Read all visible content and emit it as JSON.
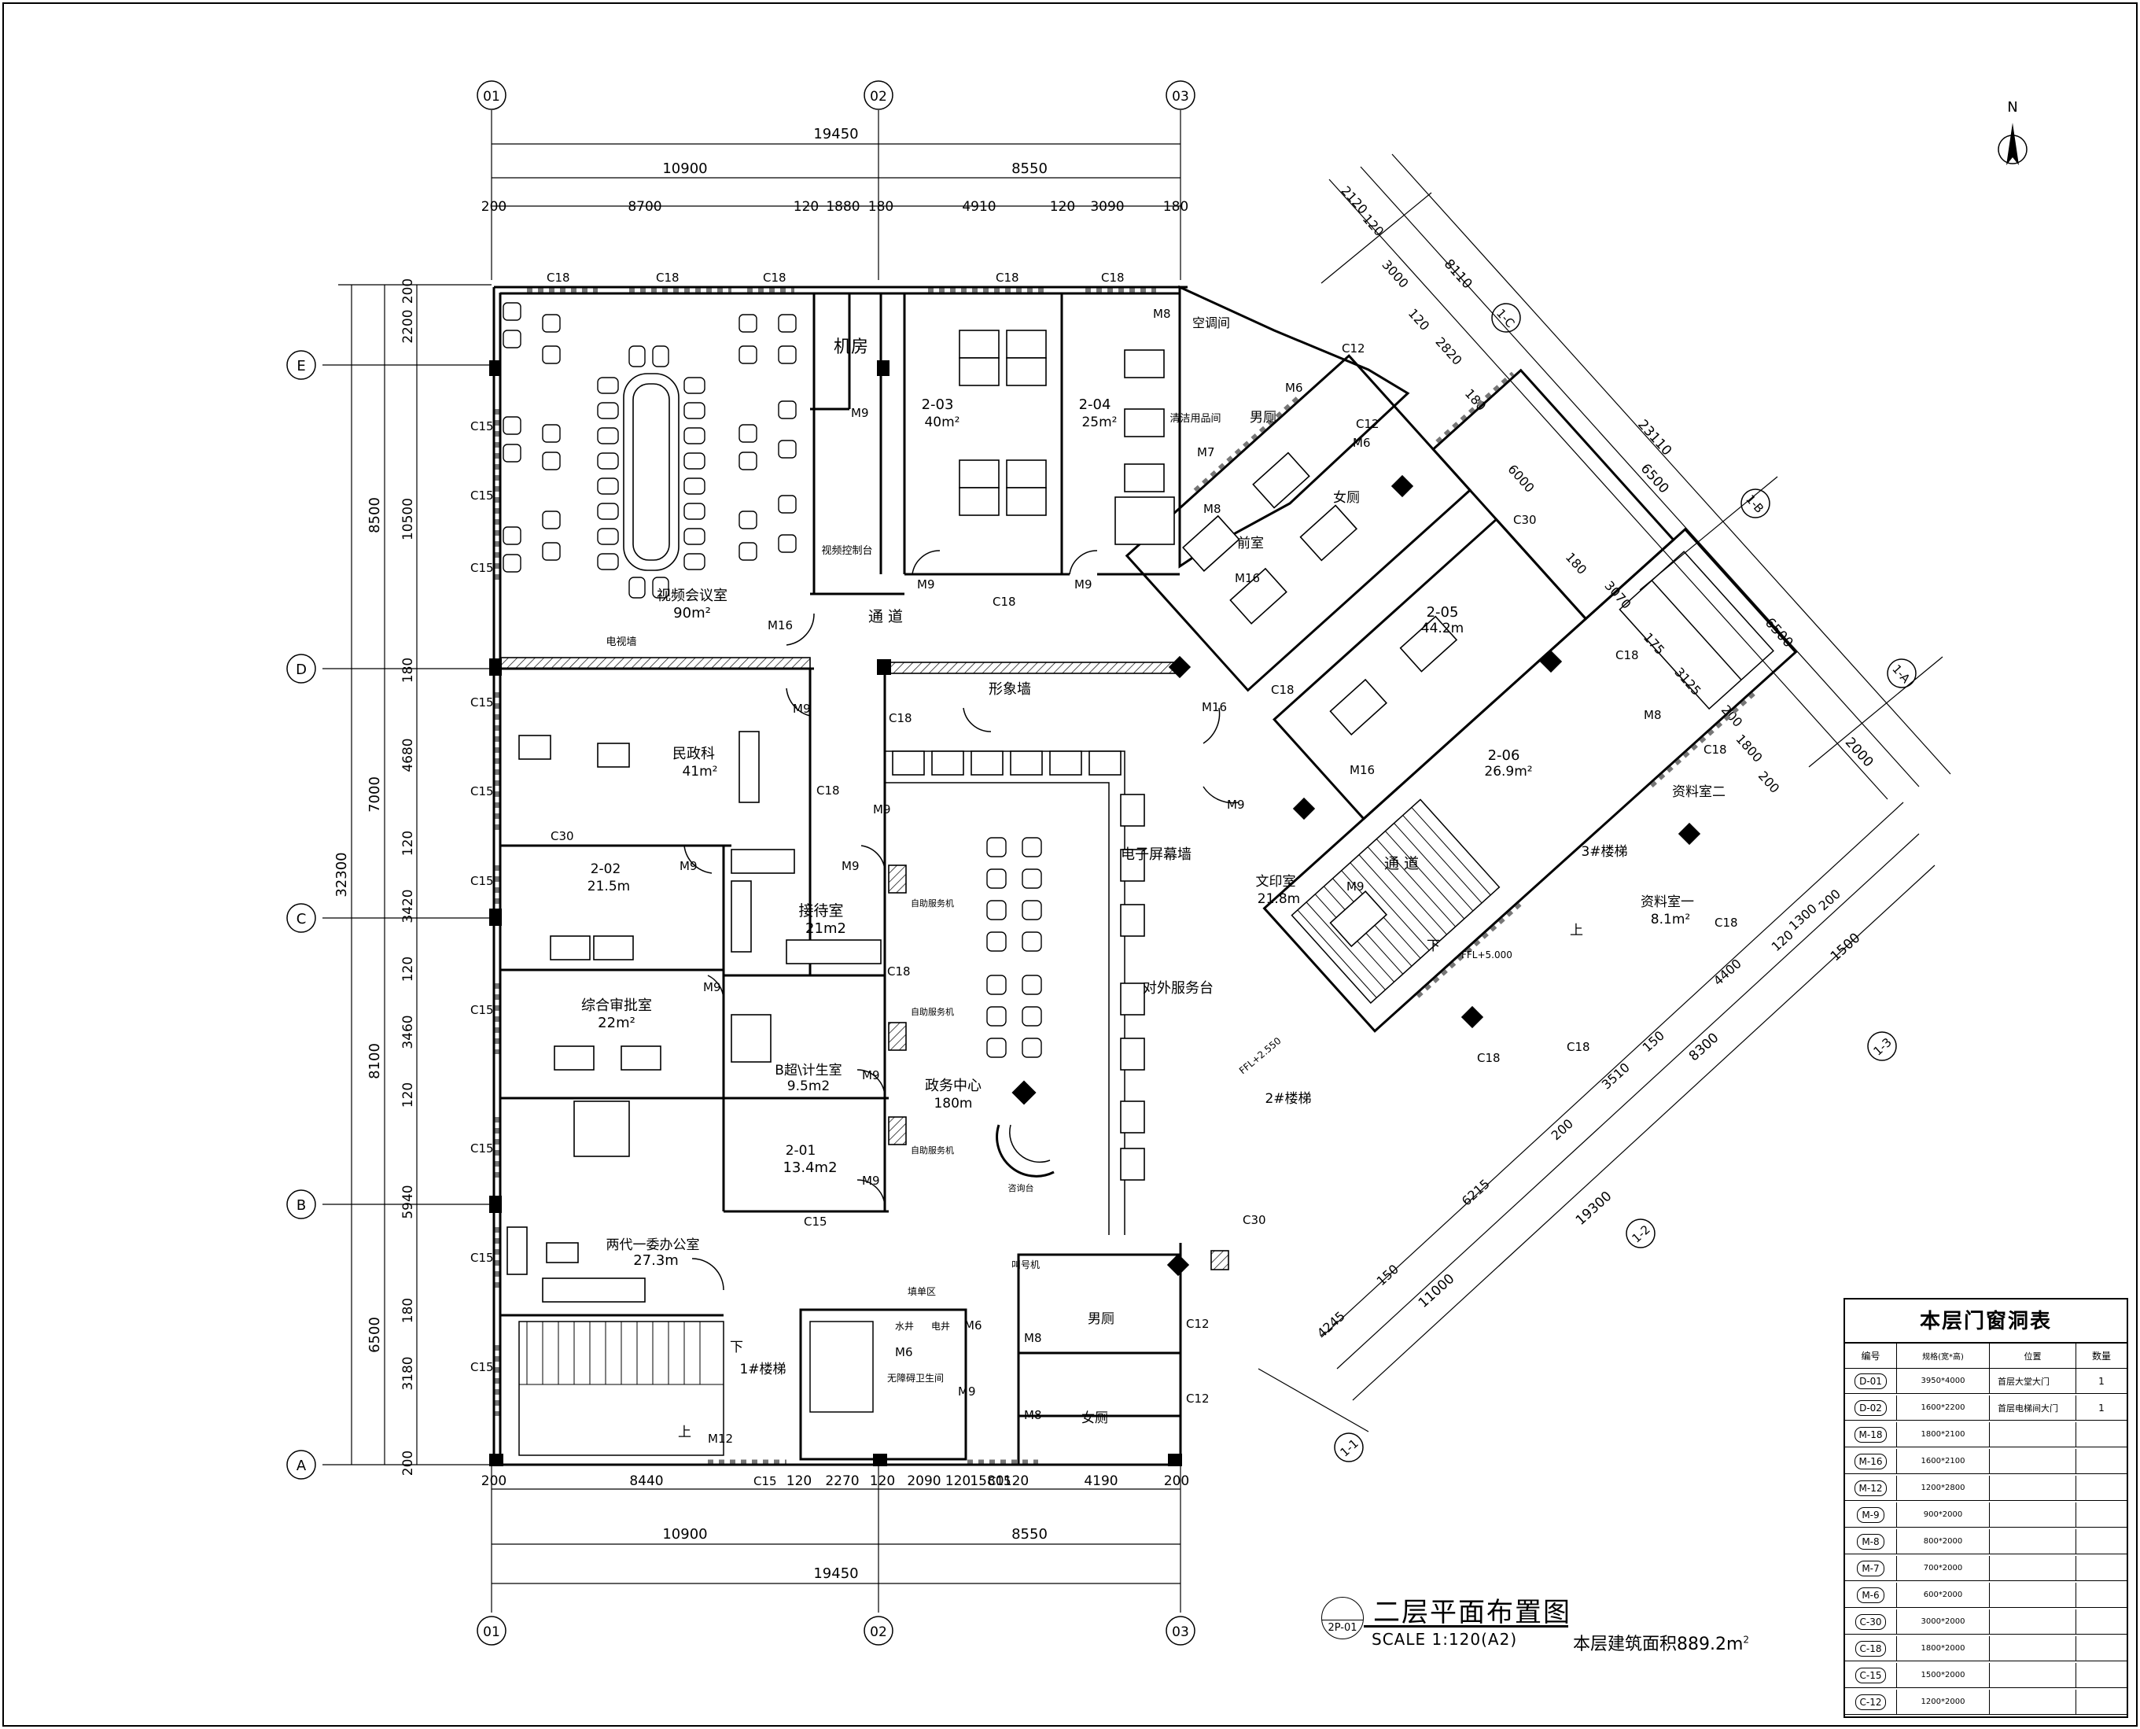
{
  "drawing": {
    "title": "二层平面布置图",
    "scale": "SCALE 1:120(A2)",
    "area_note": "本层建筑面积889.2m",
    "area_unit_sup": "2",
    "sheet_id": "2P-01",
    "north": "N"
  },
  "axes": {
    "vertical": [
      "01",
      "02",
      "03"
    ],
    "horizontal": [
      "E",
      "D",
      "C",
      "B",
      "A"
    ],
    "diagonal": [
      "1-C",
      "1-B",
      "1-A",
      "1-3",
      "1-2",
      "1-1"
    ]
  },
  "dimensions": {
    "top_total": "19450",
    "top_mid": [
      "10900",
      "8550"
    ],
    "top_detail": [
      "200",
      "8700",
      "120",
      "1880",
      "180",
      "4910",
      "120",
      "3090",
      "180"
    ],
    "bottom_total": "19450",
    "bottom_mid": [
      "10900",
      "8550"
    ],
    "bottom_detail": [
      "200",
      "8440",
      "120",
      "2270",
      "120",
      "2090",
      "120",
      "1580",
      "120",
      "4190",
      "200"
    ],
    "left_total": "32300",
    "left_mid": [
      "8500",
      "7000",
      "8100",
      "6500"
    ],
    "left_detail": [
      "200",
      "2200",
      "10500",
      "180",
      "4680",
      "120",
      "3420",
      "120",
      "3460",
      "120",
      "5940",
      "180",
      "3180",
      "200"
    ],
    "ne_outer": "23110",
    "ne_mid": [
      "8110",
      "6500",
      "6500"
    ],
    "ne_detail": [
      "2120",
      "120",
      "3000",
      "120",
      "2820",
      "180",
      "6000",
      "180",
      "3070",
      "175",
      "3125",
      "200",
      "1800",
      "200"
    ],
    "ne_right": "2000",
    "se_outer": "19300",
    "se_mid": [
      "11000",
      "8300"
    ],
    "se_detail": [
      "4245",
      "150",
      "6215",
      "200",
      "3510",
      "150",
      "4400",
      "120",
      "1300",
      "200"
    ],
    "se_right": "1500"
  },
  "rooms": [
    {
      "name": "视频会议室",
      "area": "90m²"
    },
    {
      "name": "机房",
      "area": ""
    },
    {
      "name": "视频控制台",
      "area": ""
    },
    {
      "name": "2-03",
      "area": "40m²"
    },
    {
      "name": "2-04",
      "area": "25m²"
    },
    {
      "name": "空调间",
      "area": ""
    },
    {
      "name": "清洁用品间",
      "area": ""
    },
    {
      "name": "男厕",
      "area": ""
    },
    {
      "name": "女厕",
      "area": ""
    },
    {
      "name": "前室",
      "area": ""
    },
    {
      "name": "2-05",
      "area": "44.2m"
    },
    {
      "name": "2-06",
      "area": "26.9m²"
    },
    {
      "name": "资料室二",
      "area": ""
    },
    {
      "name": "3#楼梯",
      "area": ""
    },
    {
      "name": "资料室一",
      "area": "8.1m²"
    },
    {
      "name": "通 道",
      "area": ""
    },
    {
      "name": "文印室",
      "area": "21.8m"
    },
    {
      "name": "2#楼梯",
      "area": ""
    },
    {
      "name": "民政科",
      "area": "41m²"
    },
    {
      "name": "2-02",
      "area": "21.5m"
    },
    {
      "name": "接待室",
      "area": "21m2"
    },
    {
      "name": "综合审批室",
      "area": "22m²"
    },
    {
      "name": "B超\\计生室",
      "area": "9.5m2"
    },
    {
      "name": "2-01",
      "area": "13.4m2"
    },
    {
      "name": "两代一委办公室",
      "area": "27.3m"
    },
    {
      "name": "1#楼梯",
      "area": ""
    },
    {
      "name": "政务中心",
      "area": "180m"
    },
    {
      "name": "电子屏幕墙",
      "area": ""
    },
    {
      "name": "对外服务台",
      "area": ""
    },
    {
      "name": "形象墙",
      "area": ""
    },
    {
      "name": "电视墙",
      "area": ""
    },
    {
      "name": "通 道",
      "area": ""
    },
    {
      "name": "男厕",
      "area": ""
    },
    {
      "name": "女厕",
      "area": ""
    },
    {
      "name": "无障碍卫生间",
      "area": ""
    },
    {
      "name": "水井",
      "area": ""
    },
    {
      "name": "电井",
      "area": ""
    },
    {
      "name": "填单区",
      "area": ""
    },
    {
      "name": "叫号机",
      "area": ""
    },
    {
      "name": "咨询台",
      "area": ""
    }
  ],
  "small_labels": {
    "self_service": "自助服务机",
    "stair_down": "下",
    "stair_up": "上",
    "level_1": "FFL+5.000",
    "level_2": "FFL+2.550",
    "sup2": "2"
  },
  "openings": {
    "doors": [
      "M16",
      "M9",
      "M8",
      "M7",
      "M6",
      "M12"
    ],
    "windows": [
      "C18",
      "C15",
      "C12",
      "C30"
    ]
  },
  "legend": {
    "title": "本层门窗洞表",
    "headers": [
      "编号",
      "规格(宽*高)",
      "位置",
      "数量"
    ],
    "rows": [
      {
        "code": "D-01",
        "size": "3950*4000",
        "location": "首层大堂大门",
        "qty": "1"
      },
      {
        "code": "D-02",
        "size": "1600*2200",
        "location": "首层电梯间大门",
        "qty": "1"
      },
      {
        "code": "M-18",
        "size": "1800*2100",
        "location": "",
        "qty": ""
      },
      {
        "code": "M-16",
        "size": "1600*2100",
        "location": "",
        "qty": ""
      },
      {
        "code": "M-12",
        "size": "1200*2800",
        "location": "",
        "qty": ""
      },
      {
        "code": "M-9",
        "size": "900*2000",
        "location": "",
        "qty": ""
      },
      {
        "code": "M-8",
        "size": "800*2000",
        "location": "",
        "qty": ""
      },
      {
        "code": "M-7",
        "size": "700*2000",
        "location": "",
        "qty": ""
      },
      {
        "code": "M-6",
        "size": "600*2000",
        "location": "",
        "qty": ""
      },
      {
        "code": "C-30",
        "size": "3000*2000",
        "location": "",
        "qty": ""
      },
      {
        "code": "C-18",
        "size": "1800*2000",
        "location": "",
        "qty": ""
      },
      {
        "code": "C-15",
        "size": "1500*2000",
        "location": "",
        "qty": ""
      },
      {
        "code": "C-12",
        "size": "1200*2000",
        "location": "",
        "qty": ""
      }
    ]
  }
}
